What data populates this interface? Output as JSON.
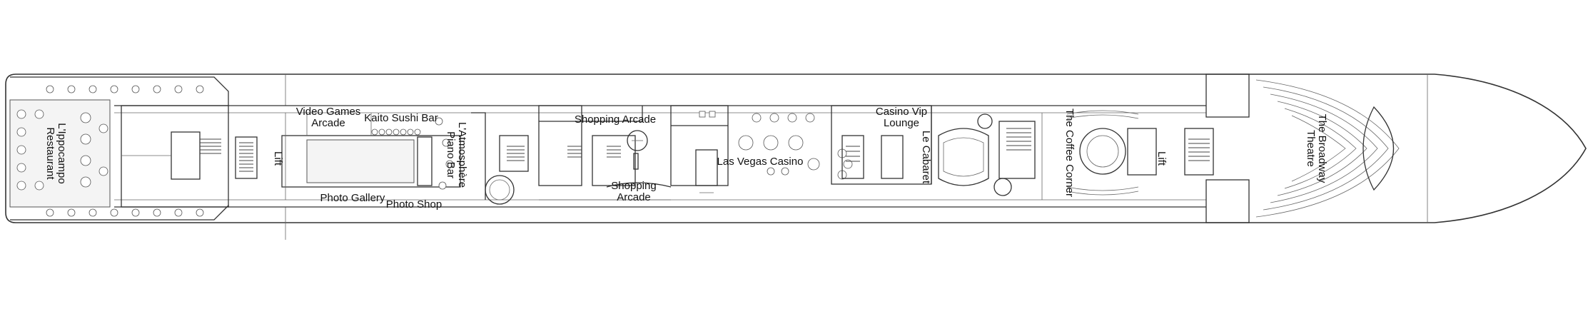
{
  "deck": {
    "rooms": [
      {
        "id": "ippocampo",
        "lines": [
          "L'Ippocampo",
          "Restaurant"
        ],
        "rotate": 90
      },
      {
        "id": "video-games",
        "lines": [
          "Video Games",
          "Arcade"
        ],
        "rotate": 0
      },
      {
        "id": "kaito",
        "lines": [
          "Kaito Sushi Bar"
        ],
        "rotate": 0
      },
      {
        "id": "lift-aft",
        "lines": [
          "Lift"
        ],
        "rotate": 90
      },
      {
        "id": "photo-gallery",
        "lines": [
          "Photo Gallery"
        ],
        "rotate": 0
      },
      {
        "id": "photo-shop",
        "lines": [
          "Photo Shop"
        ],
        "rotate": 0
      },
      {
        "id": "atmosphere",
        "lines": [
          "L'Atmosphère",
          "Piano Bar"
        ],
        "rotate": 90
      },
      {
        "id": "shopping-top",
        "lines": [
          "Shopping Arcade"
        ],
        "rotate": 0
      },
      {
        "id": "shopping-bottom",
        "lines": [
          "Shopping",
          "Arcade"
        ],
        "rotate": 0
      },
      {
        "id": "casino",
        "lines": [
          "Las Vegas Casino"
        ],
        "rotate": 0
      },
      {
        "id": "casino-vip",
        "lines": [
          "Casino Vip",
          "Lounge"
        ],
        "rotate": 0
      },
      {
        "id": "cabaret",
        "lines": [
          "Le Cabaret"
        ],
        "rotate": 90
      },
      {
        "id": "coffee",
        "lines": [
          "The Coffee Corner"
        ],
        "rotate": 90
      },
      {
        "id": "lift-fwd",
        "lines": [
          "Lift"
        ],
        "rotate": 90
      },
      {
        "id": "broadway",
        "lines": [
          "The Broadway",
          "Theatre"
        ],
        "rotate": 90
      }
    ]
  }
}
